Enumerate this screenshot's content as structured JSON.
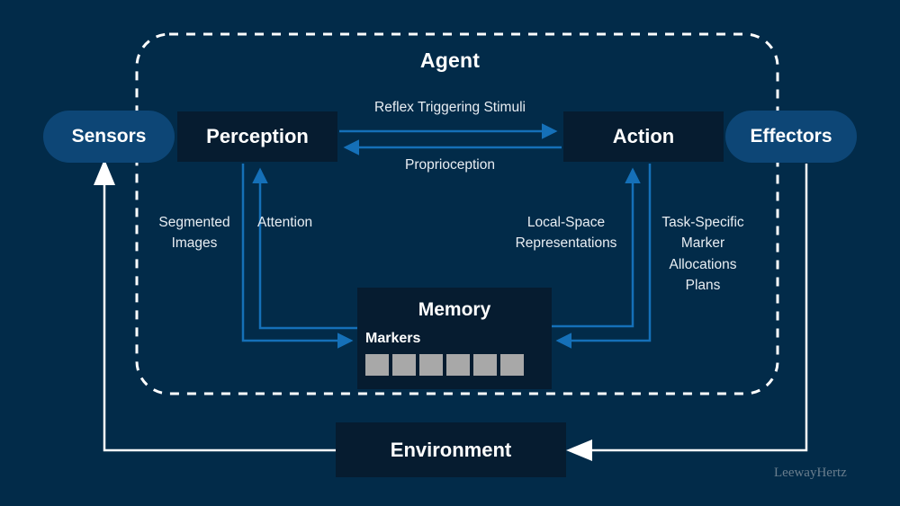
{
  "diagram": {
    "title": "Agent",
    "background_color": "#022b49",
    "box_color": "#061c30",
    "pill_color": "#0d4676",
    "arrow_blue": "#1570b8",
    "arrow_white": "#ffffff",
    "marker_color": "#a8a8a8"
  },
  "nodes": {
    "sensors": "Sensors",
    "perception": "Perception",
    "action": "Action",
    "effectors": "Effectors",
    "environment": "Environment",
    "memory": {
      "title": "Memory",
      "markers_label": "Markers",
      "markers_count": 6
    }
  },
  "edge_labels": {
    "reflex": "Reflex Triggering Stimuli",
    "proprioception": "Proprioception",
    "segmented_images": "Segmented\nImages",
    "attention": "Attention",
    "local_space": "Local-Space\nRepresentations",
    "task_specific": "Task-Specific\nMarker\nAllocations\nPlans"
  },
  "watermark": "LeewayHertz"
}
